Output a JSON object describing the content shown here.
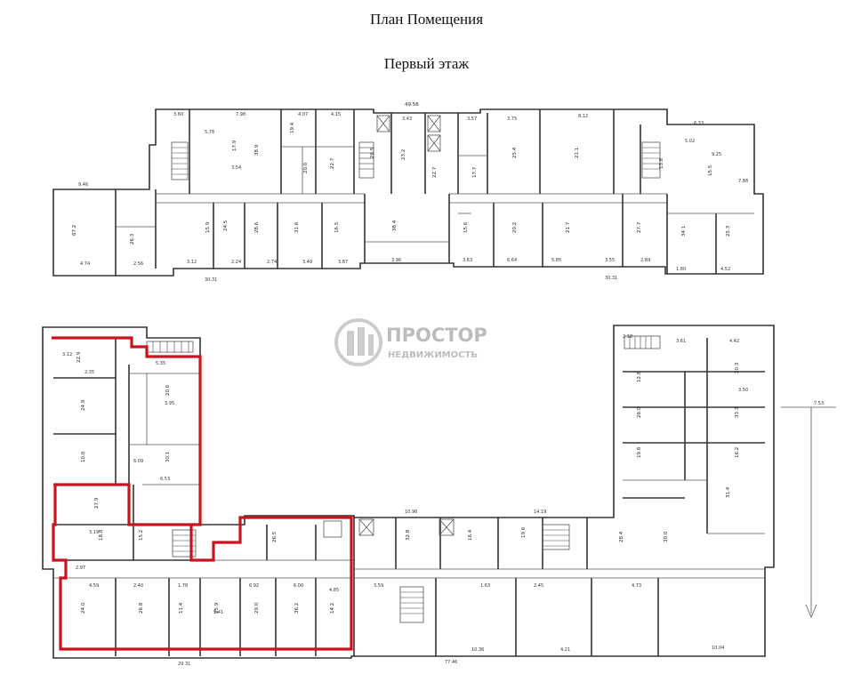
{
  "header": {
    "plan_title": "План Помещения",
    "floor_title": "Первый этаж"
  },
  "watermark": {
    "brand": "ПРОСТОР",
    "tagline": "НЕДВИЖИМОСТЬ",
    "icon": "building-logo-icon"
  },
  "colors": {
    "walls": "#333333",
    "highlight": "#c8141e",
    "watermark": "#bcbcbc",
    "background": "#ffffff"
  },
  "dimensions": {
    "top_overall": "49.56",
    "top_left_wing": "9.46",
    "bottom_left": "30.31",
    "bottom_right": "30.31",
    "lower_left_overall": "29.31",
    "lower_center": "77.46",
    "right_side": "7.53",
    "center_span": "10.96",
    "right_length": "14.19"
  },
  "room_labels": [
    "67.2",
    "26.3",
    "15.9",
    "17.9",
    "38.9",
    "19.4",
    "20.0",
    "22.7",
    "26.5",
    "23.2",
    "22.7",
    "17.7",
    "25.4",
    "21.1",
    "13.8",
    "15.5",
    "24.5",
    "28.6",
    "31.6",
    "16.5",
    "38.4",
    "15.6",
    "20.2",
    "21.7",
    "27.7",
    "34.1",
    "25.3",
    "22.9",
    "24.9",
    "10.0",
    "20.6",
    "30.1",
    "27.9",
    "18.8",
    "15.2",
    "24.0",
    "26.8",
    "11.4",
    "25.9",
    "29.0",
    "36.2",
    "14.2",
    "26.5",
    "32.8",
    "16.4",
    "19.6",
    "28.4",
    "39.0",
    "12.8",
    "20.3",
    "26.0",
    "33.3",
    "19.8",
    "16.2",
    "31.4"
  ],
  "dim_labels": [
    "3.60",
    "7.98",
    "4.07",
    "4.15",
    "3.43",
    "3.57",
    "3.75",
    "8.12",
    "6.33",
    "5.78",
    "5.02",
    "3.54",
    "9.25",
    "7.88",
    "4.74",
    "2.56",
    "3.12",
    "2.24",
    "2.74",
    "3.49",
    "3.87",
    "3.96",
    "3.63",
    "6.64",
    "5.85",
    "3.55",
    "2.89",
    "1.80",
    "4.52",
    "3.12",
    "2.35",
    "5.35",
    "3.95",
    "6.09",
    "6.53",
    "3.19",
    "2.97",
    "4.59",
    "2.40",
    "1.78",
    "5.41",
    "6.92",
    "6.00",
    "4.85",
    "3.59",
    "2.18",
    "3.61",
    "4.42",
    "3.50",
    "10.04",
    "10.36",
    "4.21",
    "4.73",
    "1.63",
    "2.45"
  ]
}
